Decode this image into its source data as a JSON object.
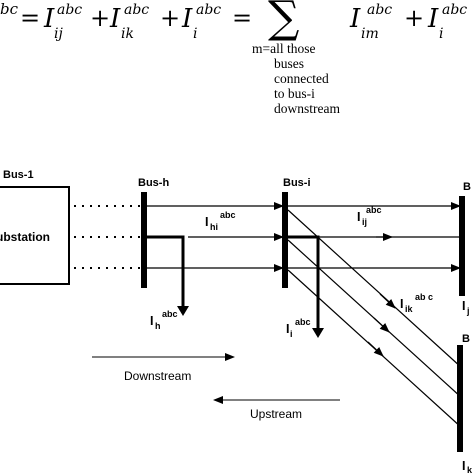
{
  "equation": {
    "lead_fragment": "bc",
    "eq1": "=",
    "plus1": "+",
    "plus2": "+",
    "eq2": "=",
    "plus3": "+",
    "current_symbol": "I",
    "sum_symbol": "∑",
    "sub_ij": "ij",
    "sub_ik": "ik",
    "sub_i": "i",
    "sub_im": "im",
    "superscript": "abc",
    "summation_index": "m=all those",
    "summation_lines": [
      "buses",
      "connected",
      "to bus-i",
      "downstream"
    ]
  },
  "diagram": {
    "bus_1": "Bus-1",
    "substation": "ubstation",
    "bus_h": "Bus-h",
    "bus_i": "Bus-i",
    "bus_right_top": "B",
    "bus_right_bottom": "B",
    "I": "I",
    "sub_hi": "hi",
    "sub_ij": "ij",
    "sub_ik": "ik",
    "sub_h": "h",
    "sub_i": "i",
    "sub_j": "j",
    "sub_k": "k",
    "abc": "abc",
    "abc_spaced": "ab c",
    "downstream": "Downstream",
    "upstream": "Upstream"
  }
}
